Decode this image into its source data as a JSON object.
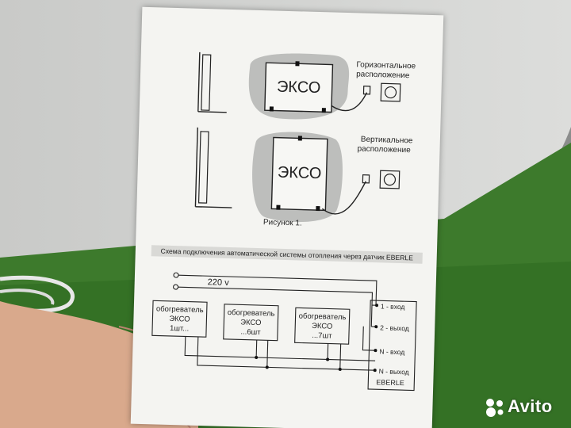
{
  "document": {
    "horizontal_label": [
      "Горизонтальное",
      "расположение"
    ],
    "vertical_label": [
      "Вертикальное",
      "расположение"
    ],
    "heater_name": "ЭКСО",
    "figure_caption": "Рисунок 1.",
    "schema_title": "Схема подключения автоматической системы отопления через датчик EBERLE",
    "voltage": "220 v",
    "heaters": [
      {
        "line1": "обогреватель",
        "line2": "ЭКСО",
        "line3": "1шт..."
      },
      {
        "line1": "обогреватель",
        "line2": "ЭКСО",
        "line3": "...6шт"
      },
      {
        "line1": "обогреватель",
        "line2": "ЭКСО",
        "line3": "...7шт"
      }
    ],
    "terminals": [
      "1 - вход",
      "2 - выход",
      "N - вход",
      "N - выход"
    ],
    "controller": "EBERLE"
  },
  "watermark": {
    "text": "Avito",
    "color": "#ffffff"
  }
}
